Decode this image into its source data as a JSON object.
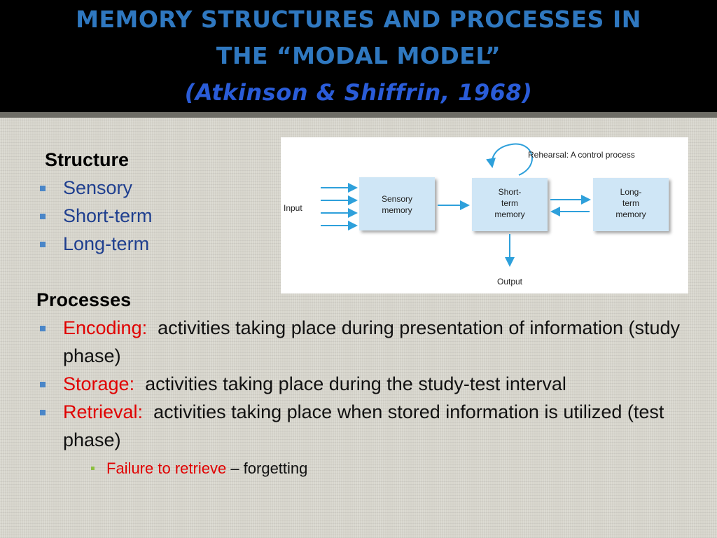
{
  "title": {
    "line1": "MEMORY STRUCTURES AND PROCESSES IN",
    "line2": "THE “MODAL MODEL”",
    "citation": "(Atkinson & Shiffrin, 1968)"
  },
  "structure": {
    "heading": "Structure",
    "items": [
      "Sensory",
      "Short-term",
      "Long-term"
    ]
  },
  "processes": {
    "heading": "Processes",
    "items": [
      {
        "term": "Encoding:",
        "desc": "activities taking place during presentation of information (study phase)"
      },
      {
        "term": "Storage:",
        "desc": "activities taking place during the study-test interval"
      },
      {
        "term": "Retrieval:",
        "desc": "activities taking place when stored information is utilized (test phase)"
      }
    ],
    "subitem": {
      "term": "Failure to retrieve",
      "desc": "– forgetting"
    }
  },
  "diagram": {
    "rehearsal_label": "Rehearsal: A control process",
    "input_label": "Input",
    "output_label": "Output",
    "boxes": [
      {
        "lines": [
          "Sensory",
          "memory"
        ]
      },
      {
        "lines": [
          "Short-",
          "term",
          "memory"
        ]
      },
      {
        "lines": [
          "Long-",
          "term",
          "memory"
        ]
      }
    ]
  },
  "colors": {
    "title": "#2f78c0",
    "bullet": "#4a86c8",
    "highlight": "#e00000",
    "diagram_box": "#cfe6f6",
    "diagram_arrow": "#2ea0db"
  }
}
